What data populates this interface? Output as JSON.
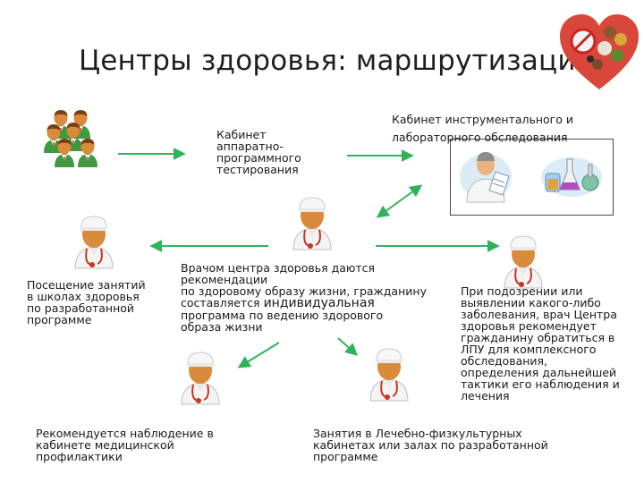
{
  "slide": {
    "title": "Центры здоровья: маршрутизация"
  },
  "labels": {
    "cabinet_testing": [
      "Кабинет",
      "аппаратно-",
      "программного",
      "тестирования"
    ],
    "cabinet_lab": [
      "Кабинет инструментального и",
      "лабораторного обследования"
    ],
    "school_visits": [
      "Посещение занятий",
      "в школах здоровья",
      "по разработанной",
      "программе"
    ],
    "doctor_center": {
      "line1": "Врачом центра здоровья даются",
      "line2": "рекомендации",
      "line3": "по здоровому образу жизни, гражданину",
      "line4_a": "составляется ",
      "line4_b": "индивидуальная",
      "line5": "программа по ведению здорового",
      "line6": "образа жизни"
    },
    "suspicion": [
      "При подозрении или",
      "выявлении какого-либо",
      "заболевания, врач Центра",
      "здоровья рекомендует",
      "гражданину обратиться в",
      "ЛПУ для комплексного",
      "обследования,",
      "определения дальнейшей",
      "тактики его наблюдения и",
      "лечения"
    ],
    "prevention": [
      "Рекомендуется наблюдение в",
      "кабинете медицинской",
      "профилактики"
    ],
    "lfk": [
      "Занятия в Лечебно-физкультурных",
      "кабинетах или залах по разработанной",
      "программе"
    ]
  },
  "icons": {
    "patients_group": "people-group-icon",
    "doctor": "doctor-icon",
    "lab_equipment": "lab-flasks-icon",
    "healthy_food": "heart-food-icon"
  },
  "colors": {
    "arrow": "#2fb35a",
    "skin": "#d98a3a",
    "shirt_green": "#3f9a3f",
    "stethoscope": "#c8341f"
  }
}
